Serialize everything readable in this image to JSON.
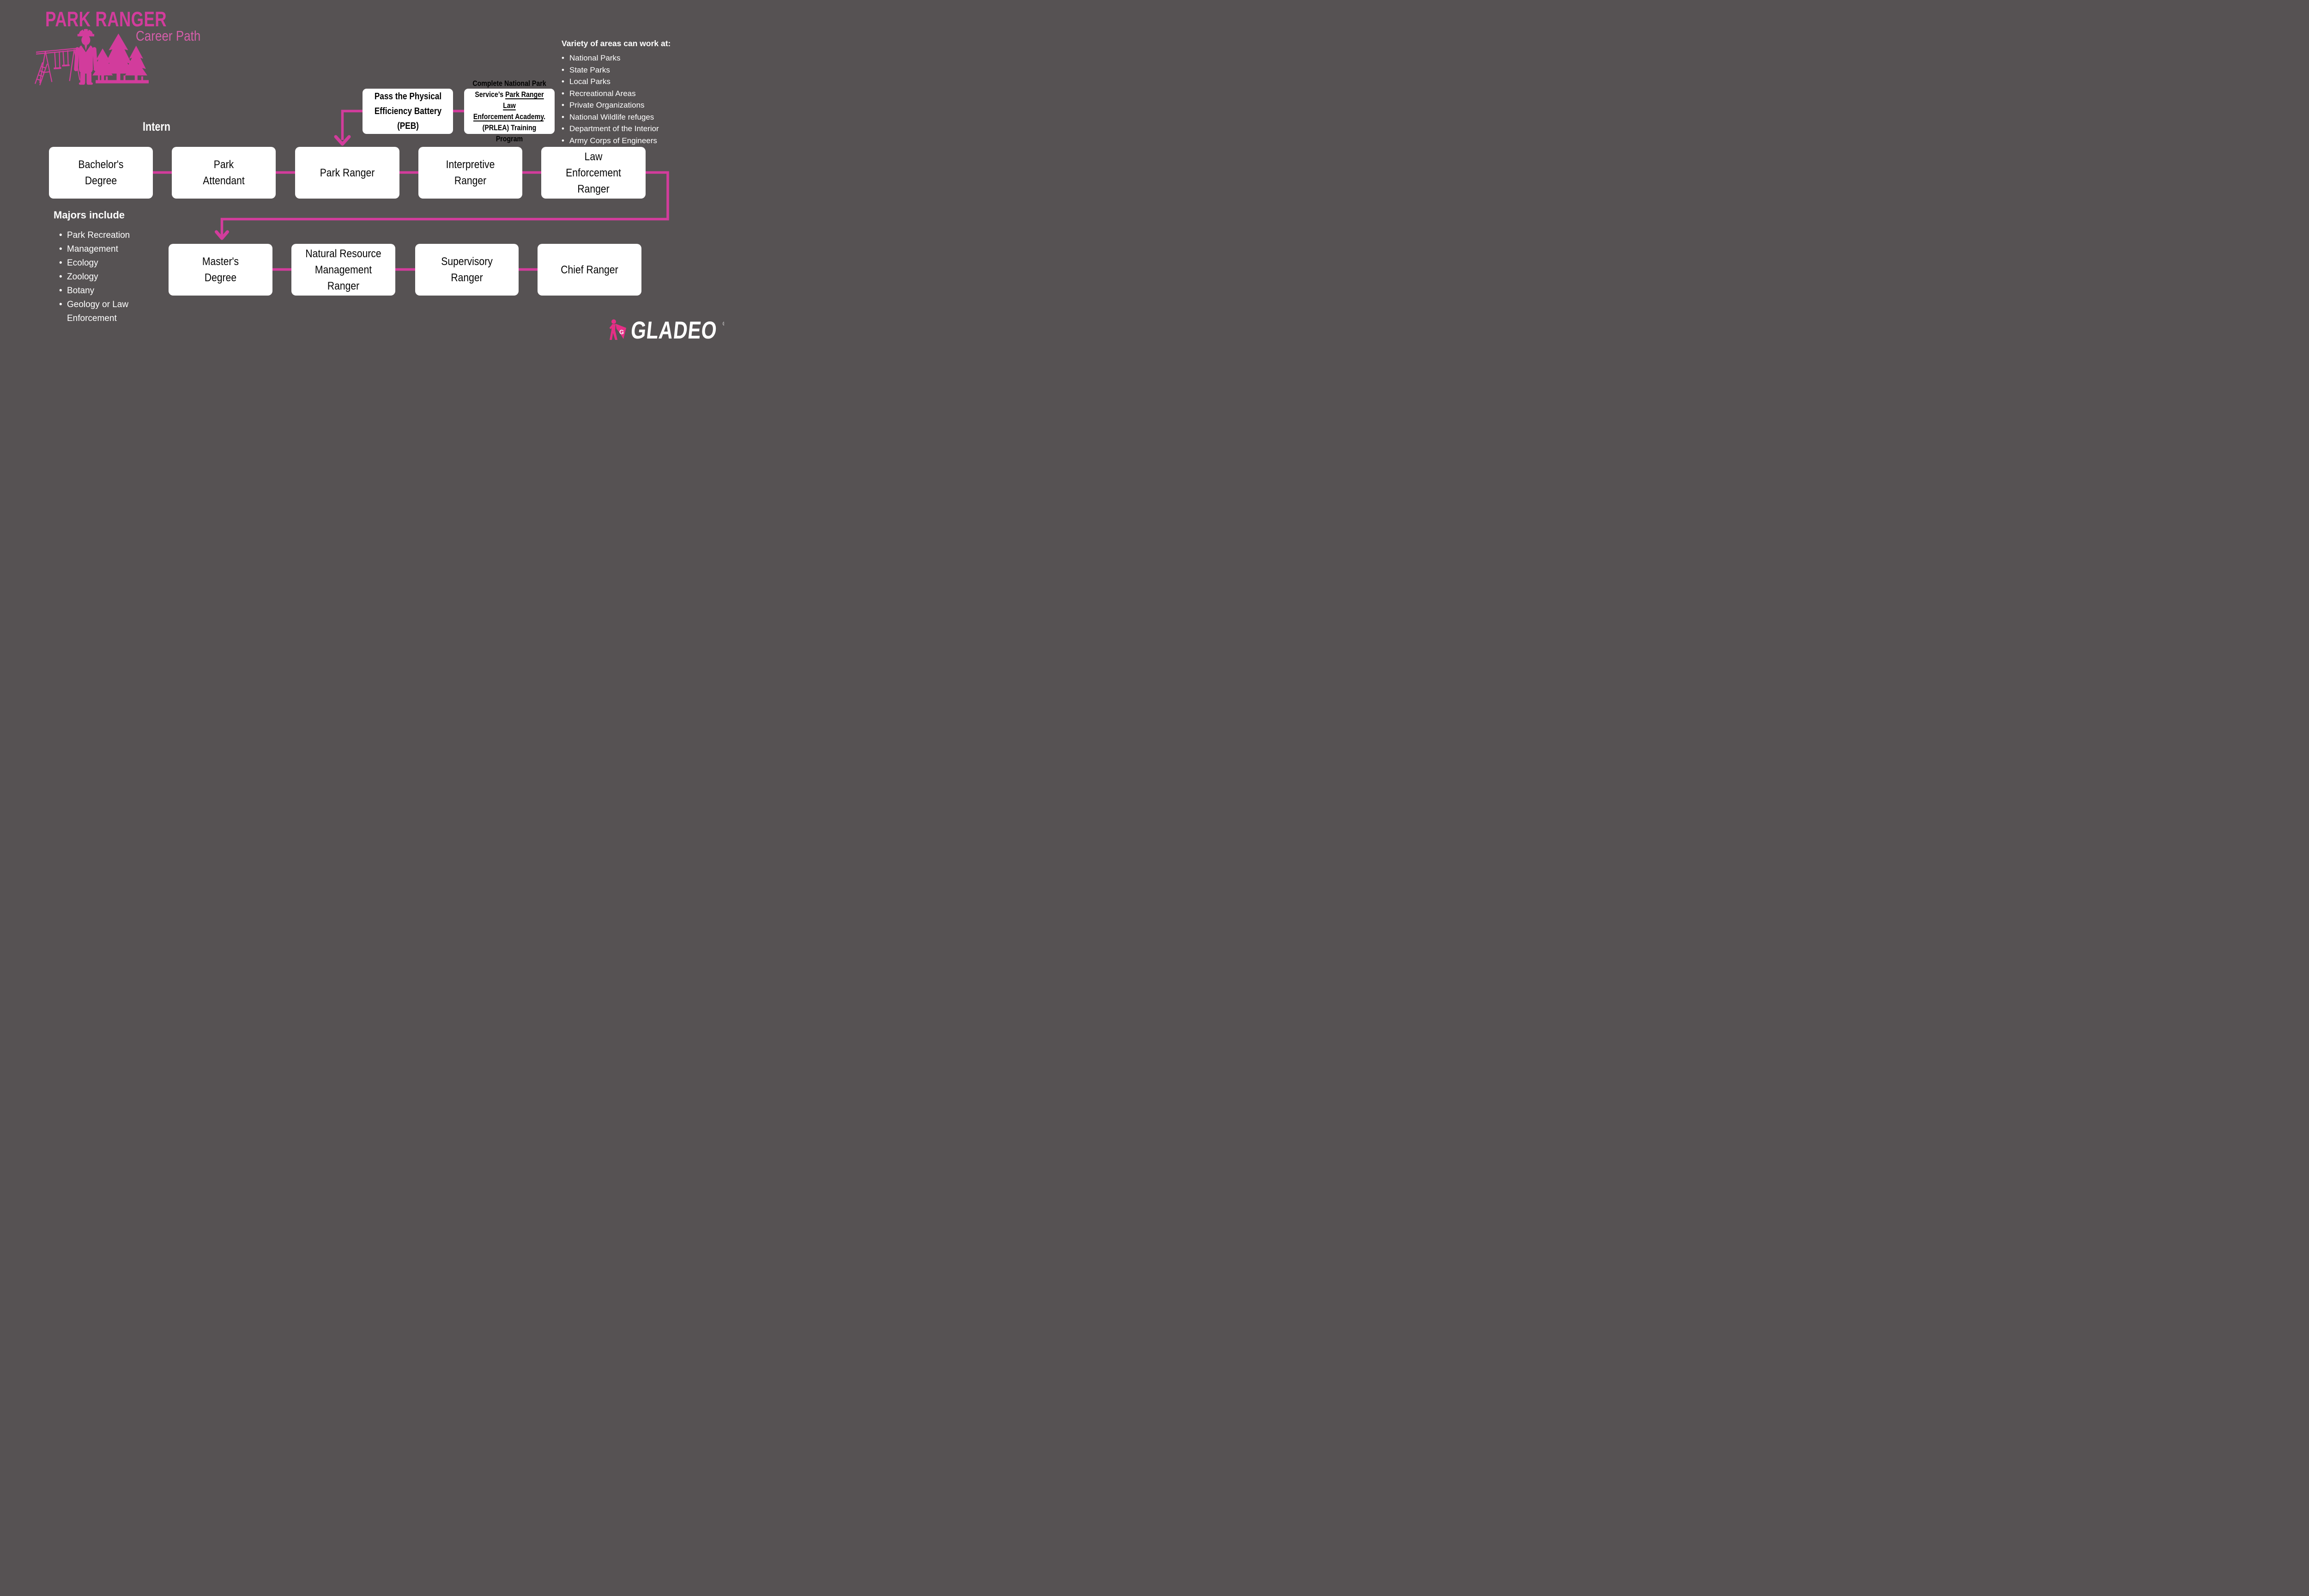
{
  "colors": {
    "accent": "#d23c9c",
    "accent_soft": "#d45ea9",
    "logo_pink": "#e62e86",
    "background": "#565253",
    "box_fill": "#ffffff",
    "box_text": "#000000",
    "list_text": "#ffffff"
  },
  "header": {
    "title": "PARK RANGER",
    "subtitle": "Career Path"
  },
  "icons": {
    "ranger_scene": "park-ranger-with-swing-set-and-pine-trees",
    "logo_mascot": "gladeo-superhero-mascot",
    "bullet": "•",
    "arrow": "chevron-down-arrow"
  },
  "work_areas": {
    "heading": "Variety of areas can work at:",
    "items": [
      "National Parks",
      "State Parks",
      "Local Parks",
      "Recreational Areas",
      "Private Organizations",
      "National Wildlife refuges",
      "Department of the Interior",
      "Army Corps of Engineers"
    ]
  },
  "callouts": {
    "peb": {
      "text": "Pass the Physical\nEfficiency Battery\n(PEB)"
    },
    "prlea": {
      "segments": [
        [
          {
            "t": "Complete National Park",
            "u": false
          }
        ],
        [
          {
            "t": "Service’s ",
            "u": false
          },
          {
            "t": "Park Ranger Law",
            "u": true
          }
        ],
        [
          {
            "t": "Enforcement Academy",
            "u": true
          },
          {
            "t": ".",
            "u": false
          }
        ],
        [
          {
            "t": "(PRLEA) Training Program",
            "u": false
          }
        ]
      ]
    }
  },
  "flow": {
    "intern_label": "Intern",
    "row1": [
      {
        "label": "Bachelor's\nDegree"
      },
      {
        "label": "Park\nAttendant"
      },
      {
        "label": "Park Ranger"
      },
      {
        "label": "Interpretive\nRanger"
      },
      {
        "label": "Law\nEnforcement\nRanger"
      }
    ],
    "row2": [
      {
        "label": "Master's\nDegree"
      },
      {
        "label": "Natural Resource\nManagement\nRanger"
      },
      {
        "label": "Supervisory\nRanger"
      },
      {
        "label": "Chief Ranger"
      }
    ]
  },
  "majors": {
    "heading": "Majors include",
    "items": [
      "Park Recreation",
      "Management",
      "Ecology",
      " Zoology",
      "Botany",
      "Geology or Law Enforcement"
    ]
  },
  "logo": {
    "brand": "GLADEO",
    "registered": "®"
  }
}
